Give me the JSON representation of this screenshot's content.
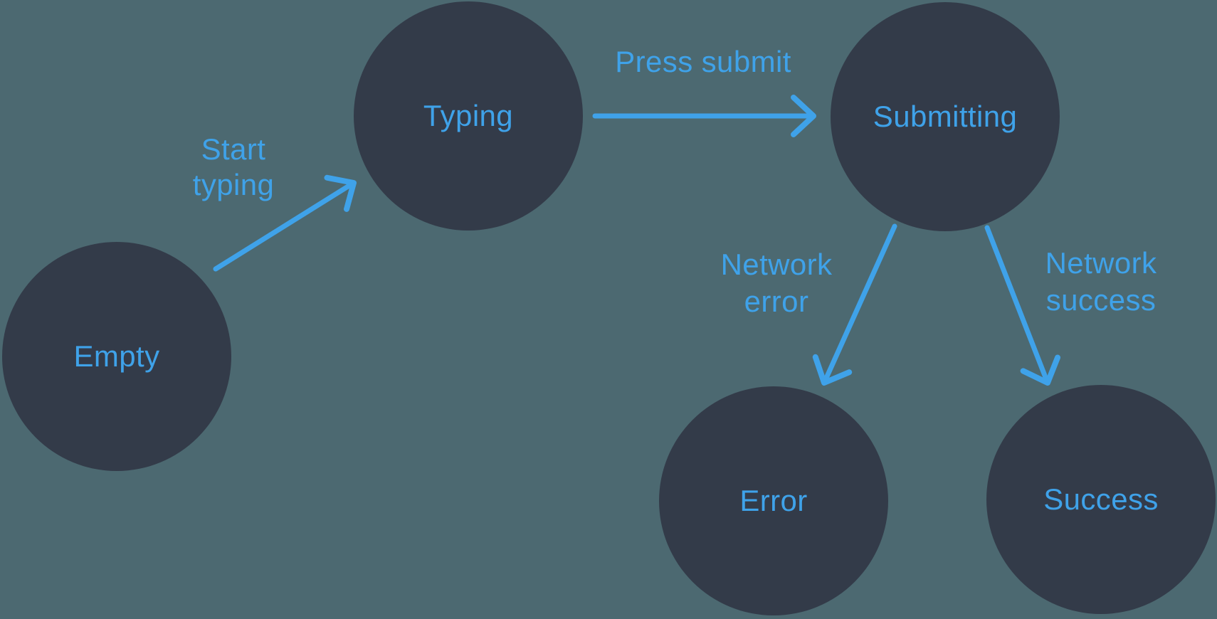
{
  "diagram": {
    "type": "state-machine",
    "nodes": [
      {
        "id": "empty",
        "label": "Empty"
      },
      {
        "id": "typing",
        "label": "Typing"
      },
      {
        "id": "submitting",
        "label": "Submitting"
      },
      {
        "id": "error",
        "label": "Error"
      },
      {
        "id": "success",
        "label": "Success"
      }
    ],
    "edges": [
      {
        "from": "empty",
        "to": "typing",
        "label": "Start typing"
      },
      {
        "from": "typing",
        "to": "submitting",
        "label": "Press submit"
      },
      {
        "from": "submitting",
        "to": "error",
        "label": "Network error"
      },
      {
        "from": "submitting",
        "to": "success",
        "label": "Network success"
      }
    ],
    "colors": {
      "background": "#4C6971",
      "node_fill": "#333B49",
      "accent": "#3FA2E9"
    }
  }
}
